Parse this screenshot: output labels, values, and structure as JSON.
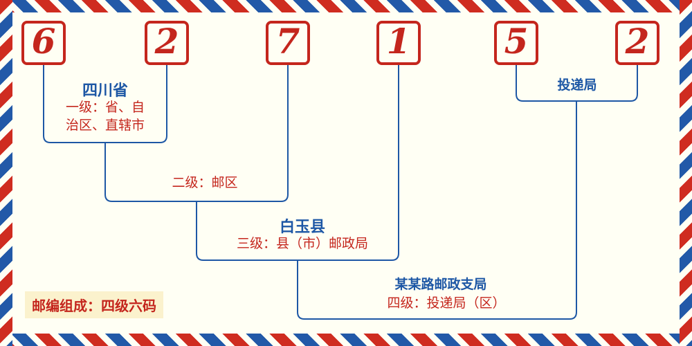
{
  "postal_code": "627152",
  "digits": [
    "6",
    "2",
    "7",
    "1",
    "5",
    "2"
  ],
  "labels": {
    "level1_name": "四川省",
    "level1_desc_line1": "一级：省、自",
    "level1_desc_line2": "治区、直辖市",
    "level2_desc": "二级：邮区",
    "level3_name": "白玉县",
    "level3_desc": "三级：县（市）邮政局",
    "level4_name": "某某路邮政支局",
    "level4_desc": "四级：投递局（区）",
    "delivery_office": "投递局",
    "footer_note": "邮编组成：四级六码"
  },
  "palette": {
    "background": "#fffff4",
    "red": "#c4261d",
    "blue": "#1d57a5",
    "stripe_red": "#cf2c20",
    "stripe_blue": "#2259a8",
    "note_background": "#fbf2cd"
  }
}
